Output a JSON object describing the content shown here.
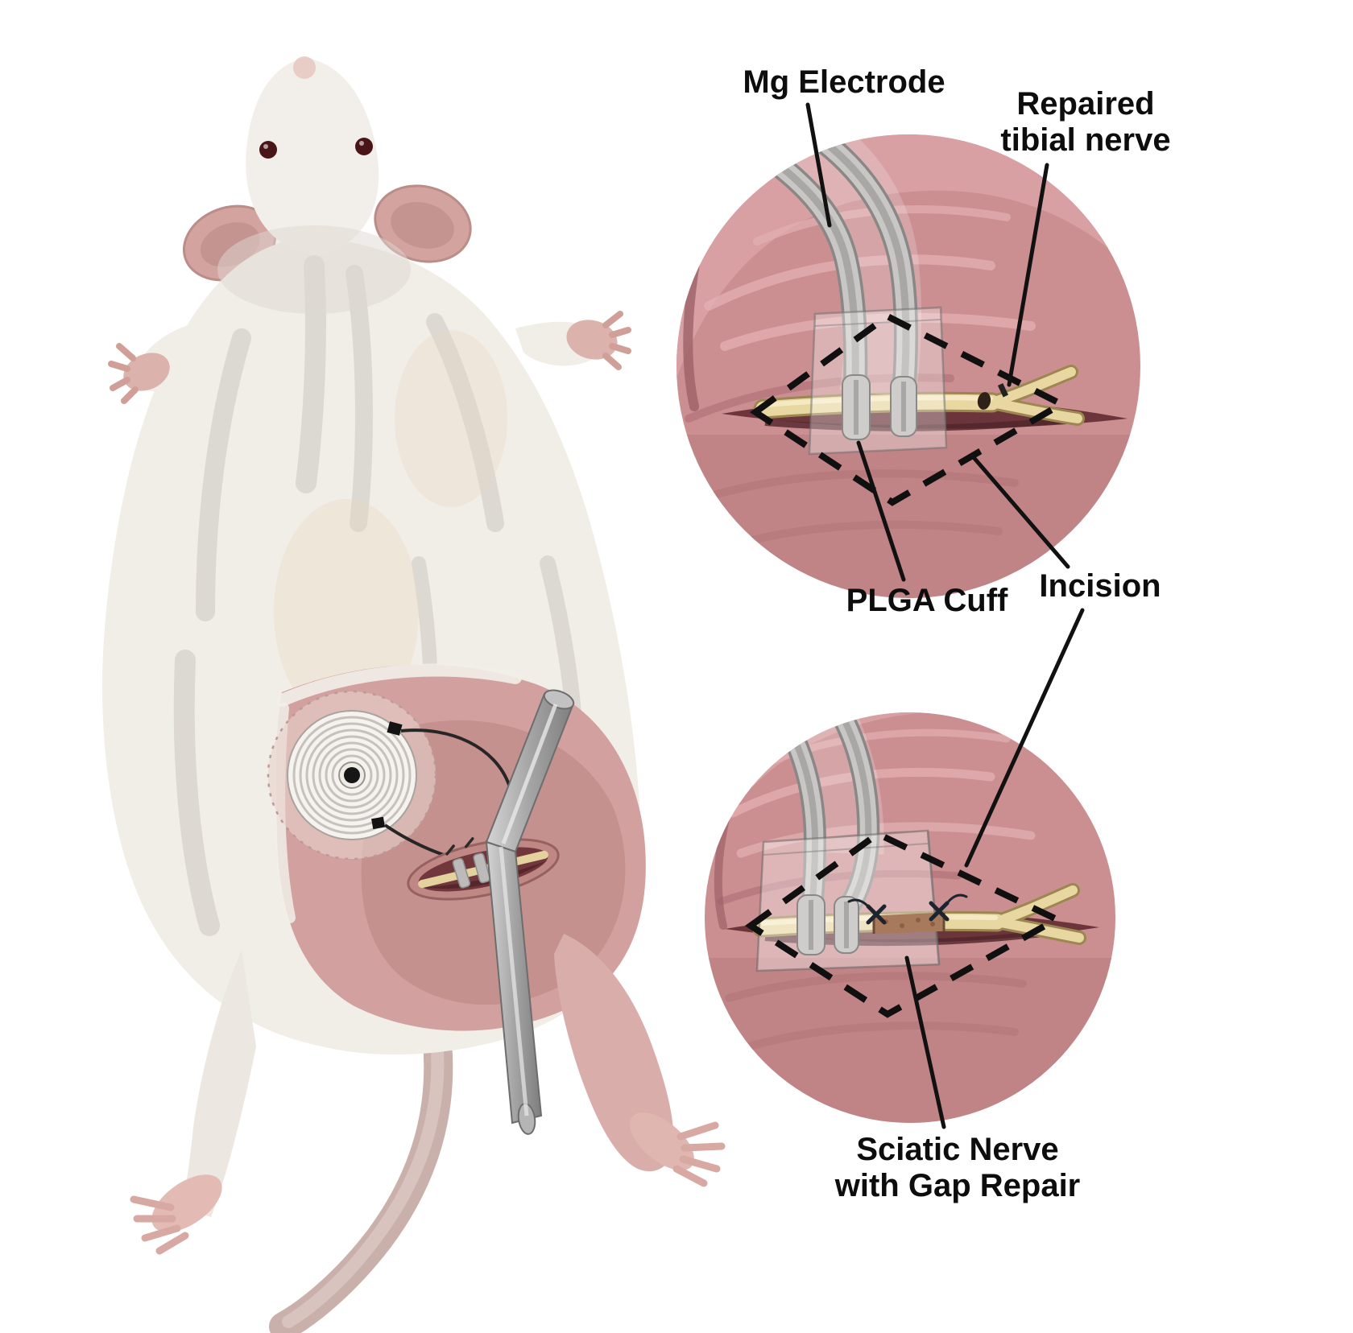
{
  "figure": {
    "type": "medical-illustration",
    "subject": "Implanted wireless Mg electrode nerve stimulator in a rat with two magnified surgical views",
    "labels": {
      "mg_electrode": "Mg Electrode",
      "repaired_tibial_nerve": [
        "Repaired",
        "tibial nerve"
      ],
      "plga_cuff": "PLGA Cuff",
      "incision": "Incision",
      "sciatic_nerve": [
        "Sciatic Nerve",
        "with Gap Repair"
      ]
    },
    "colors": {
      "background": "#ffffff",
      "label_text": "#0d0d0d",
      "leader_line": "#111111",
      "muscle": "#cb8e91",
      "muscle_light": "#d8a0a3",
      "incision_interior": "#6b353b",
      "nerve": "#e8d7a1",
      "nerve_outline": "#9b874f",
      "electrode_ribbon": "#c9c7c5",
      "plga_film": "rgba(255,255,255,0.35)",
      "gap_graft": "#a87a5c",
      "rat_fur": "#f1ede7",
      "shaved_skin": "#d2a09e",
      "ear_pink": "#d3a39f",
      "eye_red": "#4a1518",
      "retractor_metal": "#a9a9a9",
      "dashed_outline": "#101010"
    }
  }
}
